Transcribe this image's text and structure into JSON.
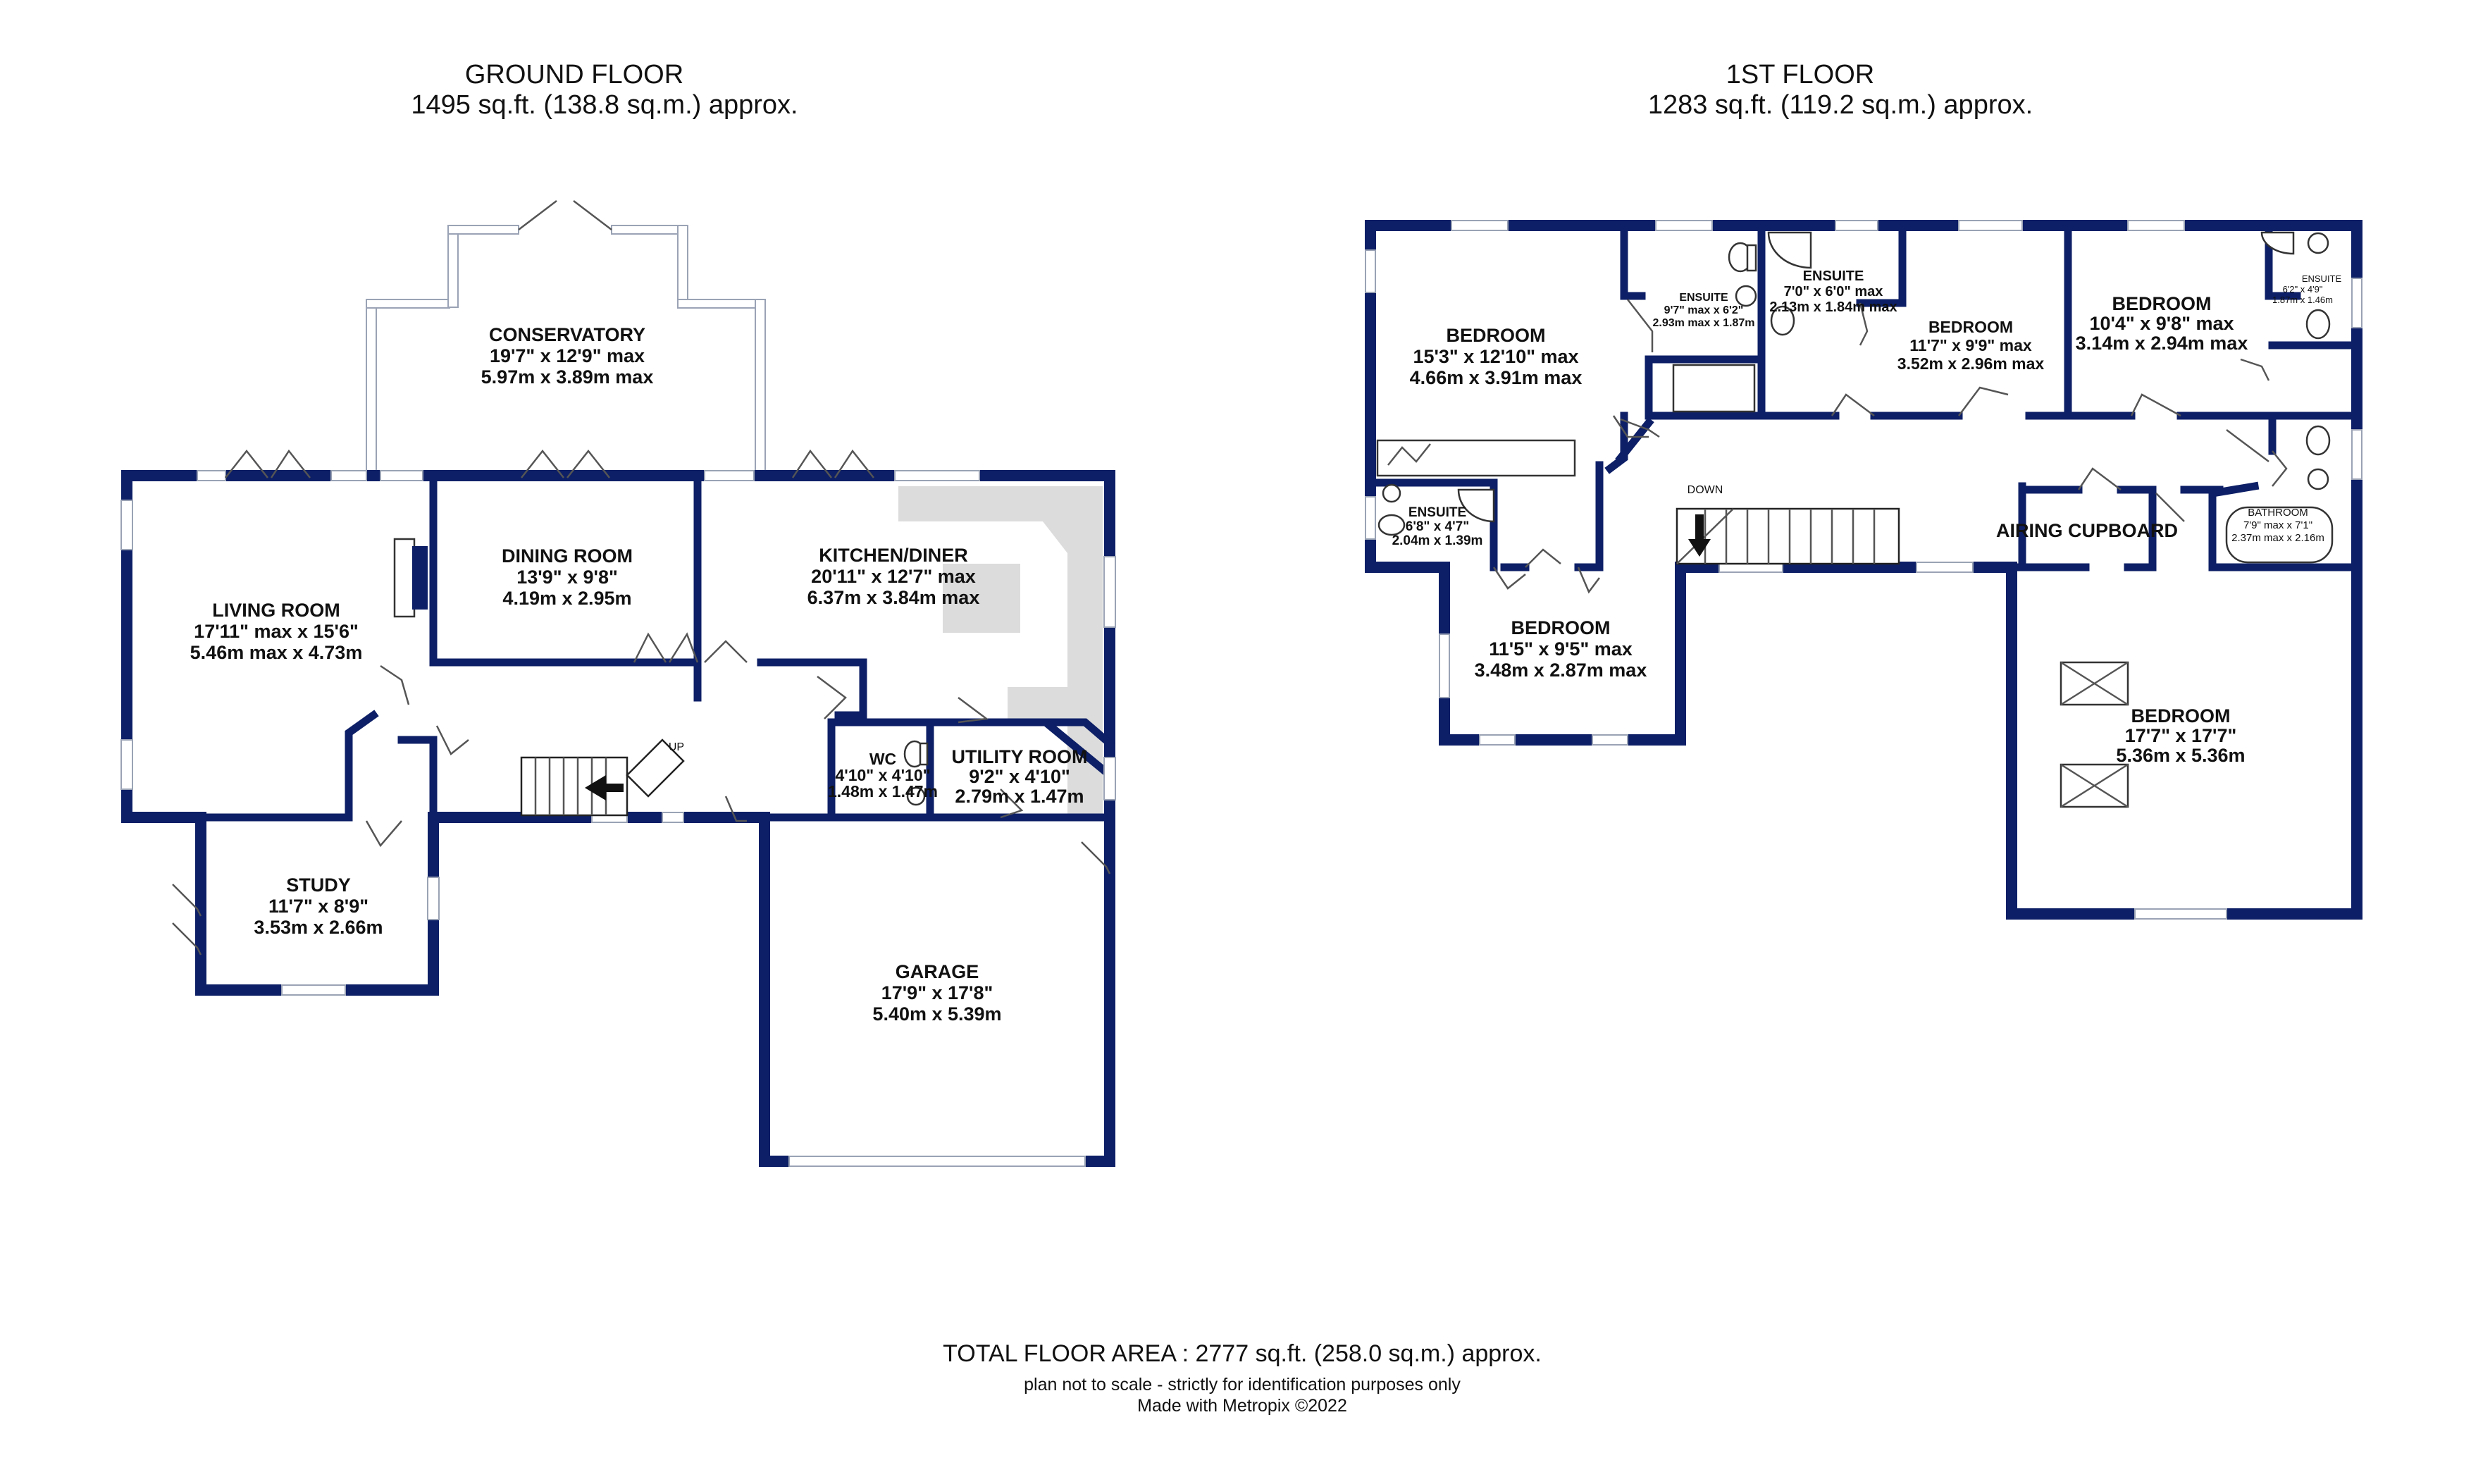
{
  "ground_floor": {
    "title": "GROUND FLOOR",
    "area": "1495 sq.ft. (138.8 sq.m.) approx.",
    "rooms": {
      "conservatory": {
        "name": "CONSERVATORY",
        "imperial": "19'7\"  x 12'9\" max",
        "metric": "5.97m  x 3.89m max"
      },
      "living_room": {
        "name": "LIVING ROOM",
        "imperial": "17'11\" max x 15'6\"",
        "metric": "5.46m max x 4.73m"
      },
      "dining_room": {
        "name": "DINING ROOM",
        "imperial": "13'9\"  x 9'8\"",
        "metric": "4.19m  x 2.95m"
      },
      "kitchen_diner": {
        "name": "KITCHEN/DINER",
        "imperial": "20'11\"  x 12'7\" max",
        "metric": "6.37m  x 3.84m max"
      },
      "wc": {
        "name": "WC",
        "imperial": "4'10\"  x 4'10\"",
        "metric": "1.48m  x 1.47m"
      },
      "utility_room": {
        "name": "UTILITY ROOM",
        "imperial": "9'2\"  x 4'10\"",
        "metric": "2.79m  x 1.47m"
      },
      "study": {
        "name": "STUDY",
        "imperial": "11'7\"  x 8'9\"",
        "metric": "3.53m  x 2.66m"
      },
      "garage": {
        "name": "GARAGE",
        "imperial": "17'9\"  x 17'8\"",
        "metric": "5.40m  x 5.39m"
      }
    },
    "stair_label": "UP"
  },
  "first_floor": {
    "title": "1ST FLOOR",
    "area": "1283 sq.ft. (119.2 sq.m.) approx.",
    "rooms": {
      "bedroom_1": {
        "name": "BEDROOM",
        "imperial": "15'3\"  x 12'10\" max",
        "metric": "4.66m  x 3.91m max"
      },
      "ensuite_1": {
        "name": "ENSUITE",
        "imperial": "9'7\"  max x 6'2\"",
        "metric": "2.93m max x 1.87m"
      },
      "ensuite_2": {
        "name": "ENSUITE",
        "imperial": "7'0\"  x 6'0\" max",
        "metric": "2.13m  x 1.84m max"
      },
      "bedroom_2": {
        "name": "BEDROOM",
        "imperial": "11'7\"  x 9'9\" max",
        "metric": "3.52m  x 2.96m max"
      },
      "bedroom_3": {
        "name": "BEDROOM",
        "imperial": "10'4\"  x 9'8\" max",
        "metric": "3.14m  x 2.94m max"
      },
      "ensuite_3": {
        "name": "ENSUITE",
        "imperial": "6'2\"  x 4'9\"",
        "metric": "1.87m  x 1.46m"
      },
      "ensuite_4": {
        "name": "ENSUITE",
        "imperial": "6'8\"  x 4'7\"",
        "metric": "2.04m  x 1.39m"
      },
      "bedroom_4": {
        "name": "BEDROOM",
        "imperial": "11'5\"  x 9'5\" max",
        "metric": "3.48m  x 2.87m max"
      },
      "airing_cupboard": {
        "name": "AIRING CUPBOARD"
      },
      "bathroom": {
        "name": "BATHROOM",
        "imperial": "7'9\"  max x 7'1\"",
        "metric": "2.37m max x 2.16m"
      },
      "bedroom_5": {
        "name": "BEDROOM",
        "imperial": "17'7\"  x 17'7\"",
        "metric": "5.36m  x 5.36m"
      }
    },
    "stair_label": "DOWN"
  },
  "footer": {
    "total_area": "TOTAL FLOOR AREA : 2777 sq.ft. (258.0 sq.m.) approx.",
    "disclaimer": "plan not to scale - strictly for identification purposes only",
    "credit": "Made with Metropix ©2022"
  },
  "colors": {
    "wall": "#0d1f66",
    "fitted_units": "#dcdcdc"
  }
}
